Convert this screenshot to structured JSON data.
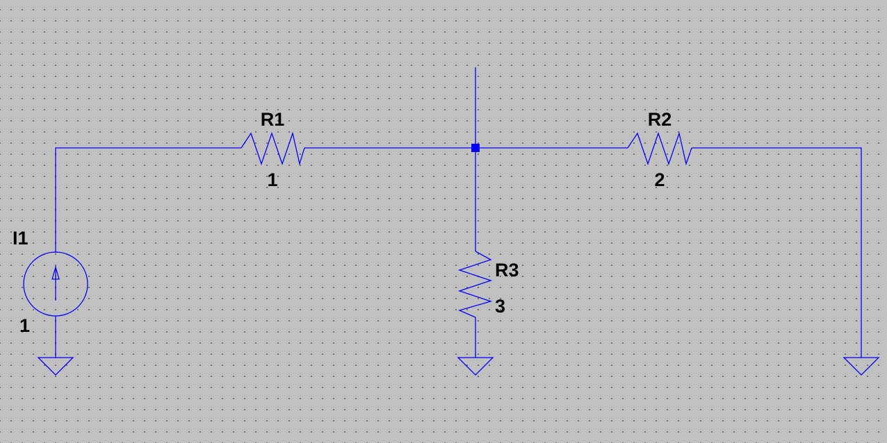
{
  "colors": {
    "background": "#c0c0c0",
    "grid_dot": "#5a5a5a",
    "wire": "#0000ff",
    "label": "#000000"
  },
  "components": {
    "r1": {
      "name": "R1",
      "value": "1"
    },
    "r2": {
      "name": "R2",
      "value": "2"
    },
    "r3": {
      "name": "R3",
      "value": "3"
    },
    "i1": {
      "name": "I1",
      "value": "1"
    }
  },
  "icons": [
    "resistor-icon",
    "current-source-icon",
    "ground-icon",
    "junction-dot-icon"
  ]
}
